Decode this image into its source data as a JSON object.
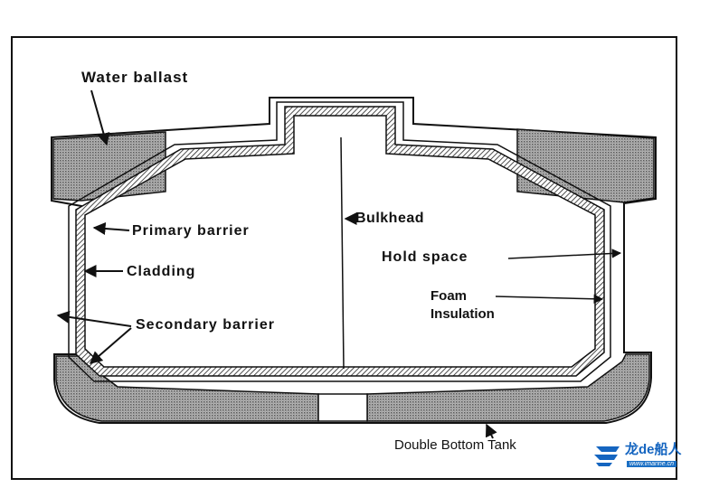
{
  "labels": {
    "water_ballast": "Water  ballast",
    "primary_barrier": "Primary  barrier",
    "cladding": "Cladding",
    "secondary_barrier": "Secondary  barrier",
    "bulkhead": "Bulkhead",
    "hold_space": "Hold  space",
    "foam_insulation": "Foam\nInsulation",
    "double_bottom_tank": "Double Bottom Tank"
  },
  "watermark": {
    "text": "龙de船人",
    "url": "www.imarine.cn"
  }
}
